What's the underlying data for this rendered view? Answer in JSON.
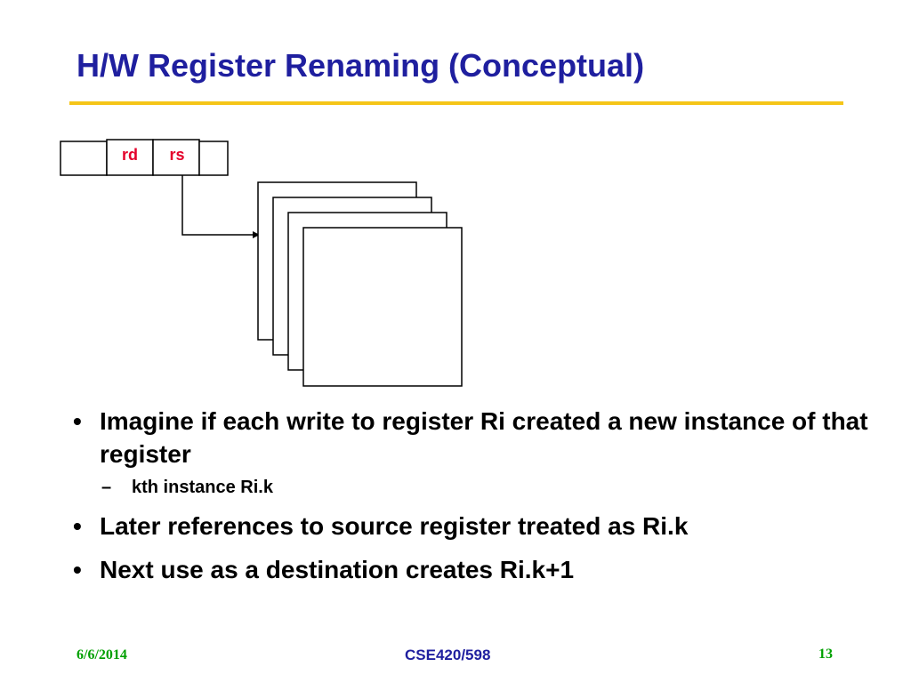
{
  "slide": {
    "title": "H/W Register Renaming (Conceptual)",
    "diagram": {
      "fields": [
        "rd",
        "rs"
      ]
    },
    "bullets": [
      {
        "text": "Imagine if each write to register Ri created a new instance of that register",
        "sub": [
          "kth instance  Ri.k"
        ]
      },
      {
        "text": "Later references to source register treated as Ri.k"
      },
      {
        "text": "Next use as a destination creates Ri.k+1"
      }
    ],
    "bullet_symbol": "•",
    "sub_bullet_symbol": "–",
    "footer": {
      "date": "6/6/2014",
      "course": "CSE420/598",
      "page": "13"
    }
  },
  "colors": {
    "title": "#1f1f9f",
    "title_rule": "#f5c518",
    "field_label": "#e4002b",
    "footer_date": "#00a000",
    "footer_course": "#1f1f9f",
    "footer_page": "#00a000"
  }
}
